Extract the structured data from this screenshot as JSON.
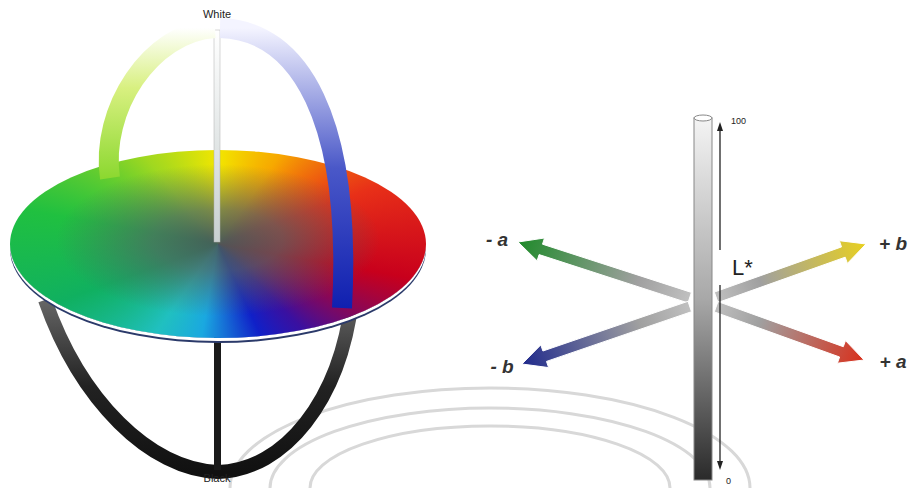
{
  "diagram": {
    "labels": [
      "White",
      "Black",
      "100",
      "L*",
      "0",
      "- a",
      "+ b",
      "- b",
      "+ a"
    ]
  }
}
